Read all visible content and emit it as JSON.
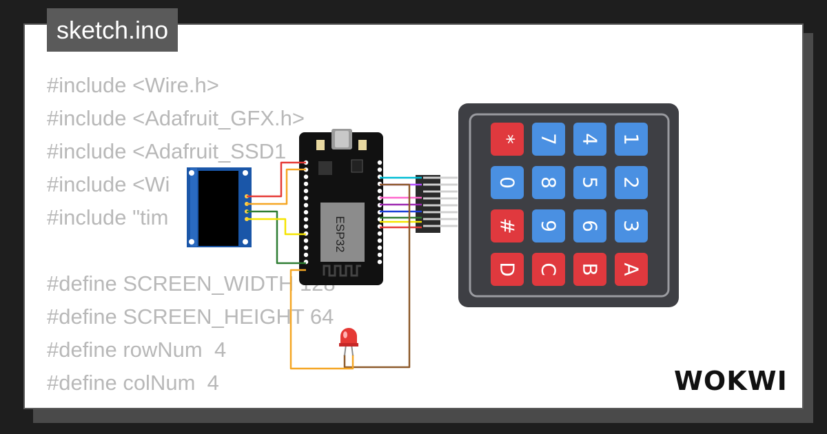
{
  "file_tab": {
    "label": "sketch.ino"
  },
  "code": {
    "lines": [
      "#include <Wire.h>",
      "#include <Adafruit_GFX.h>",
      "#include <Adafruit_SSD1",
      "#include <Wi",
      "#include \"tim",
      "",
      "#define SCREEN_WIDTH 128",
      "#define SCREEN_HEIGHT 64",
      "#define rowNum  4",
      "#define colNum  4"
    ]
  },
  "board": {
    "label": "ESP32"
  },
  "keypad": {
    "keys": [
      "*",
      "7",
      "4",
      "1",
      "0",
      "8",
      "5",
      "2",
      "#",
      "9",
      "6",
      "3",
      "D",
      "C",
      "B",
      "A"
    ],
    "colors": {
      "red": "#e0393e",
      "blue": "#4a90e2"
    }
  },
  "brand": {
    "label": "WOKWI"
  }
}
